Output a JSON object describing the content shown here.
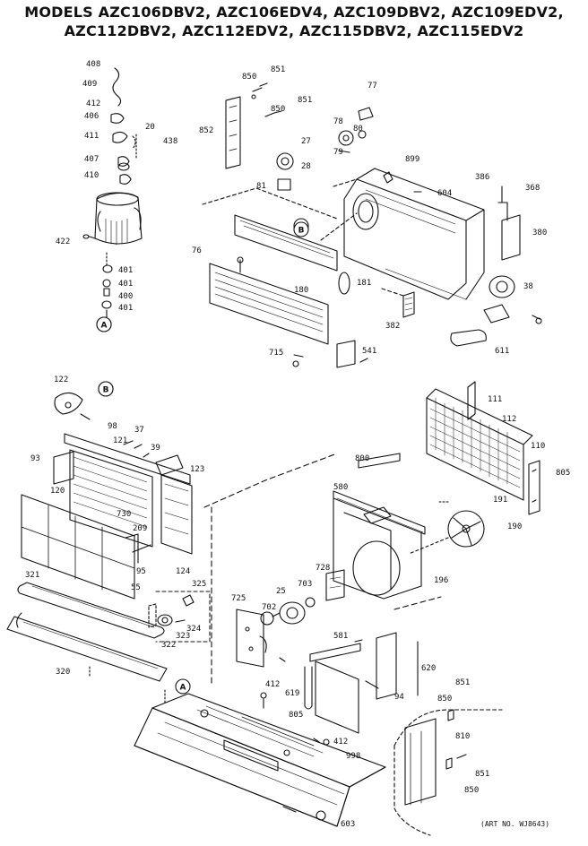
{
  "header": {
    "line1": "MODELS AZC106DBV2, AZC106EDV4, AZC109DBV2, AZC109EDV2,",
    "line2": "AZC112DBV2, AZC112EDV2, AZC115DBV2, AZC115EDV2"
  },
  "art_number": "(ART NO. WJ8643)",
  "callouts": {
    "A": "A",
    "B": "B"
  },
  "part_labels": {
    "p408": "408",
    "p409": "409",
    "p412": "412",
    "p406": "406",
    "p411": "411",
    "p20": "20",
    "p438": "438",
    "p407": "407",
    "p410": "410",
    "p422": "422",
    "p401a": "401",
    "p401b": "401",
    "p400": "400",
    "p401c": "401",
    "p850a": "850",
    "p851a": "851",
    "p850b": "850",
    "p851b": "851",
    "p852": "852",
    "p27": "27",
    "p28": "28",
    "p81": "81",
    "p77": "77",
    "p78": "78",
    "p80": "80",
    "p79": "79",
    "p899": "899",
    "p604": "604",
    "p386": "386",
    "p368": "368",
    "p380": "380",
    "p76": "76",
    "p180": "180",
    "p181": "181",
    "p38": "38",
    "p382": "382",
    "p715": "715",
    "p541": "541",
    "p611": "611",
    "p122": "122",
    "p98": "98",
    "p121": "121",
    "p37": "37",
    "p39": "39",
    "p93": "93",
    "p123": "123",
    "p120": "120",
    "p730": "730",
    "p209": "209",
    "p95": "95",
    "p124": "124",
    "p55": "55",
    "p321": "321",
    "p325": "325",
    "p322": "322",
    "p323": "323",
    "p324": "324",
    "p320": "320",
    "p111": "111",
    "p112": "112",
    "p110": "110",
    "p805a": "805",
    "p800": "800",
    "p580": "580",
    "p191": "191",
    "p190": "190",
    "p196": "196",
    "p728": "728",
    "p25": "25",
    "p703": "703",
    "p702": "702",
    "p725": "725",
    "p581": "581",
    "p620": "620",
    "p619": "619",
    "p94": "94",
    "p412b": "412",
    "p805b": "805",
    "p412c": "412",
    "p998": "998",
    "p603": "603",
    "p851c": "851",
    "p850c": "850",
    "p810": "810",
    "p851d": "851",
    "p850d": "850"
  }
}
